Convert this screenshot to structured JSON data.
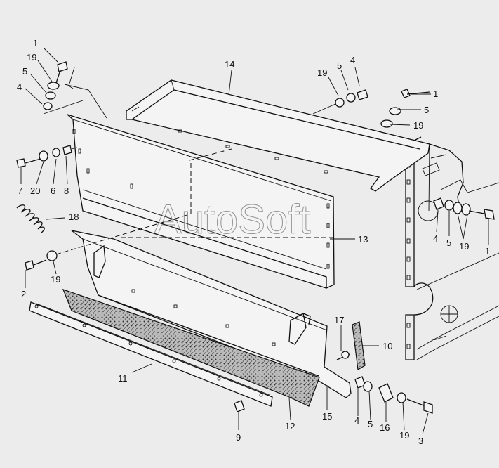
{
  "watermark": "AutoSoft",
  "callouts": {
    "c1_topleft": "1",
    "c19_topleft": "19",
    "c5_topleft": "5",
    "c4_topleft": "4",
    "c14": "14",
    "c19_top": "19",
    "c5_top": "5",
    "c4_top": "4",
    "c1_right_top": "1",
    "c5_right_top": "5",
    "c19_right_top": "19",
    "c7": "7",
    "c20": "20",
    "c6": "6",
    "c8": "8",
    "c18": "18",
    "c13": "13",
    "c4_right": "4",
    "c5_right": "5",
    "c19_right": "19",
    "c1_right": "1",
    "c2": "2",
    "c19_left": "19",
    "c17": "17",
    "c10": "10",
    "c11": "11",
    "c9": "9",
    "c12": "12",
    "c15": "15",
    "c4_bottom": "4",
    "c5_bottom": "5",
    "c16": "16",
    "c19_bottom": "19",
    "c3": "3"
  }
}
